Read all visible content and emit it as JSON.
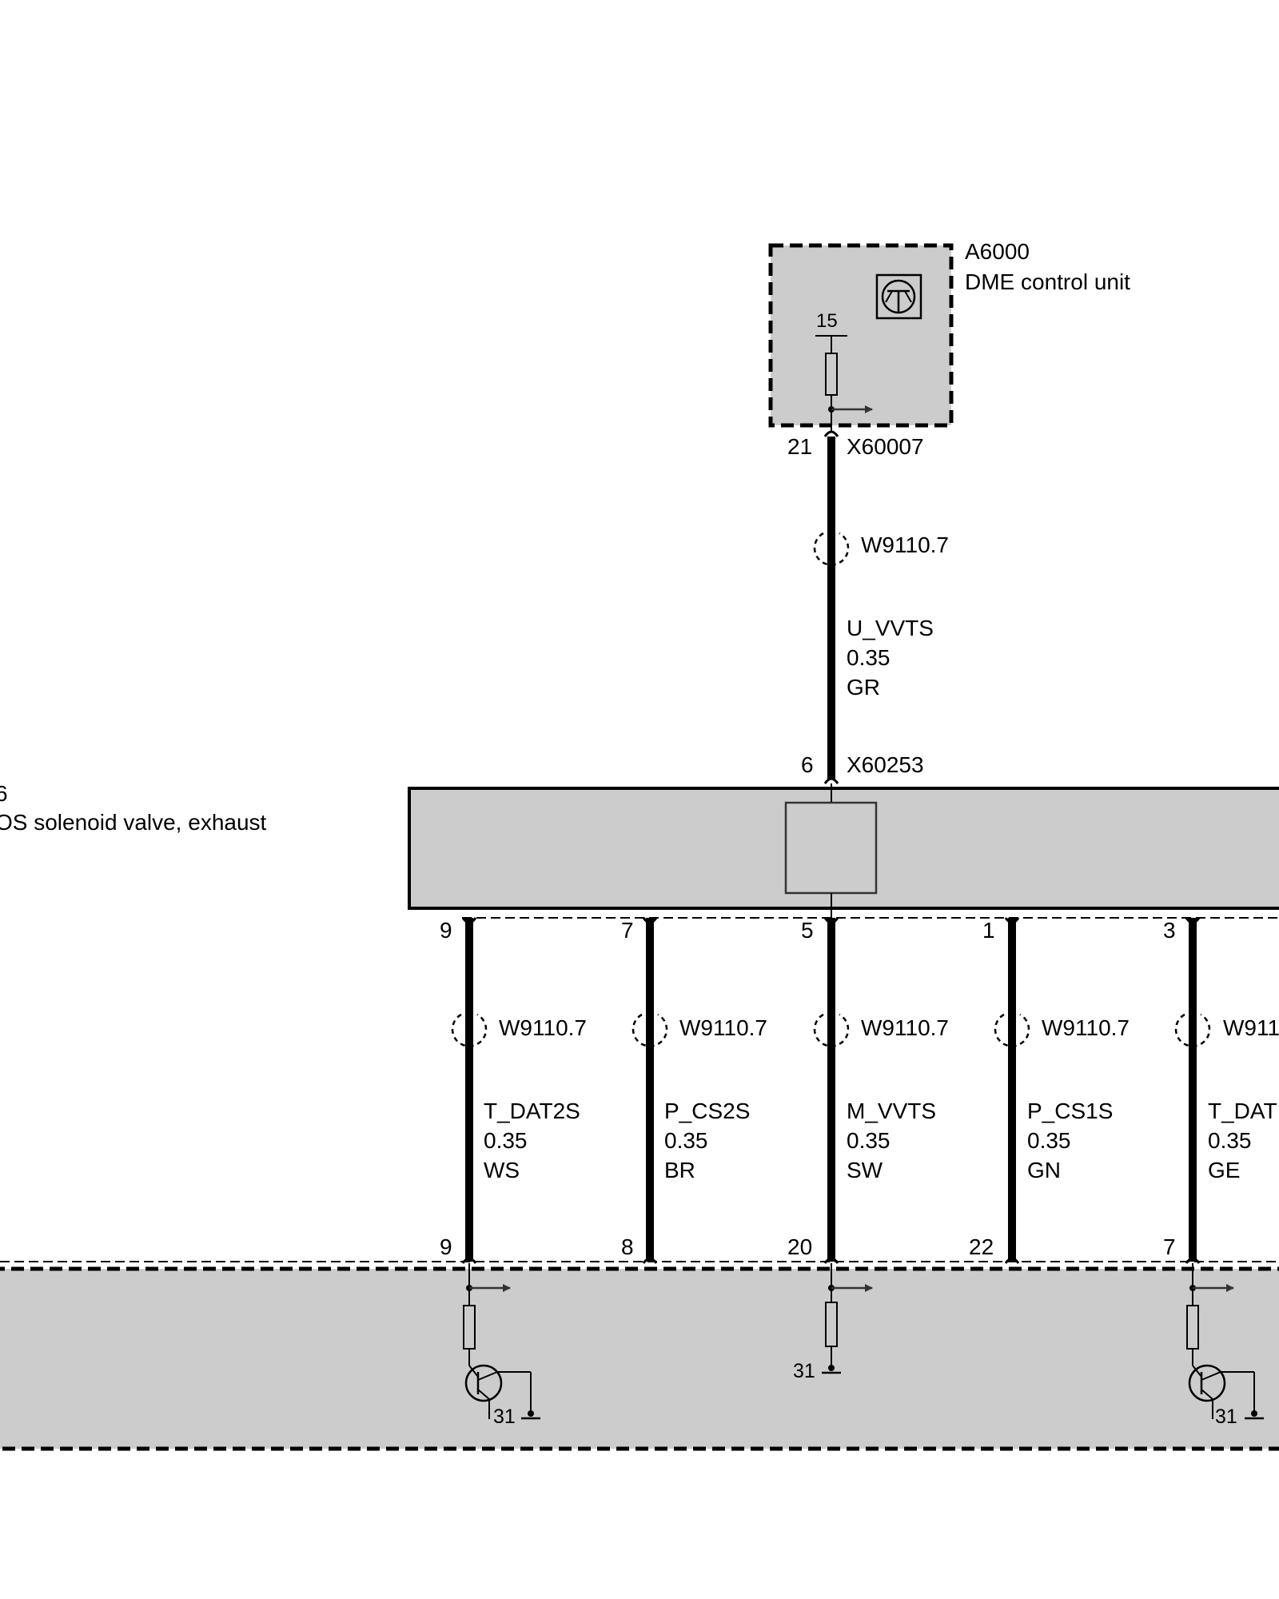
{
  "colors": {
    "fill": "#cccccc",
    "stroke": "#000000",
    "arrow": "#333333",
    "background": "#ffffff"
  },
  "top_unit": {
    "id": "A6000",
    "name": "DME control unit",
    "pin_internal": "15",
    "connector": "X60007",
    "pin": "21"
  },
  "top_wire": {
    "shield": "W9110.7",
    "signal": "U_VVTS",
    "size": "0.35",
    "color": "GR"
  },
  "middle_unit": {
    "id": "6",
    "name": "OS solenoid valve, exhaust",
    "connector": "X60253",
    "pin_top": "6"
  },
  "wires": [
    {
      "pin_top": "9",
      "pin_bottom": "9",
      "shield": "W9110.7",
      "signal": "T_DAT2S",
      "size": "0.35",
      "color": "WS"
    },
    {
      "pin_top": "7",
      "pin_bottom": "8",
      "shield": "W9110.7",
      "signal": "P_CS2S",
      "size": "0.35",
      "color": "BR"
    },
    {
      "pin_top": "5",
      "pin_bottom": "20",
      "shield": "W9110.7",
      "signal": "M_VVTS",
      "size": "0.35",
      "color": "SW"
    },
    {
      "pin_top": "1",
      "pin_bottom": "22",
      "shield": "W9110.7",
      "signal": "P_CS1S",
      "size": "0.35",
      "color": "GN"
    },
    {
      "pin_top": "3",
      "pin_bottom": "7",
      "shield": "W911",
      "signal": "T_DAT",
      "size": "0.35",
      "color": "GE"
    }
  ],
  "bottom_unit": {
    "grounds": [
      {
        "label": "31"
      },
      {
        "label": "31"
      },
      {
        "label": "31"
      }
    ]
  }
}
